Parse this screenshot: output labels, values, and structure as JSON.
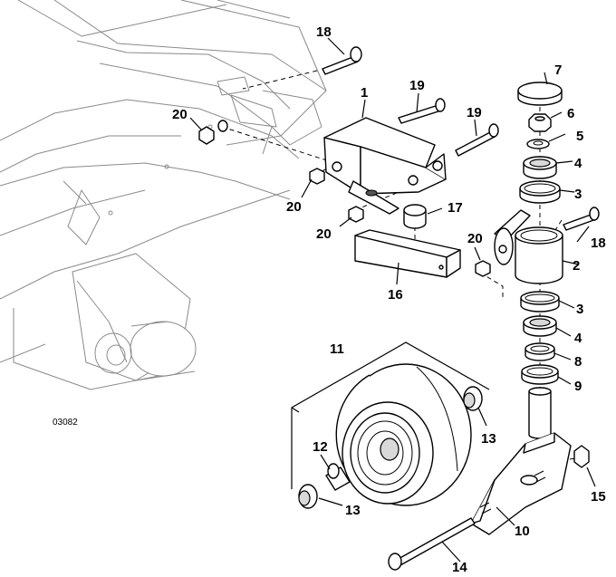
{
  "figure_id": "03082",
  "callouts": [
    "18",
    "1",
    "19",
    "19",
    "20",
    "20",
    "20",
    "20",
    "17",
    "16",
    "7",
    "6",
    "5",
    "4",
    "3",
    "2",
    "18",
    "3",
    "4",
    "8",
    "9",
    "11",
    "13",
    "12",
    "13",
    "10",
    "15",
    "14"
  ]
}
